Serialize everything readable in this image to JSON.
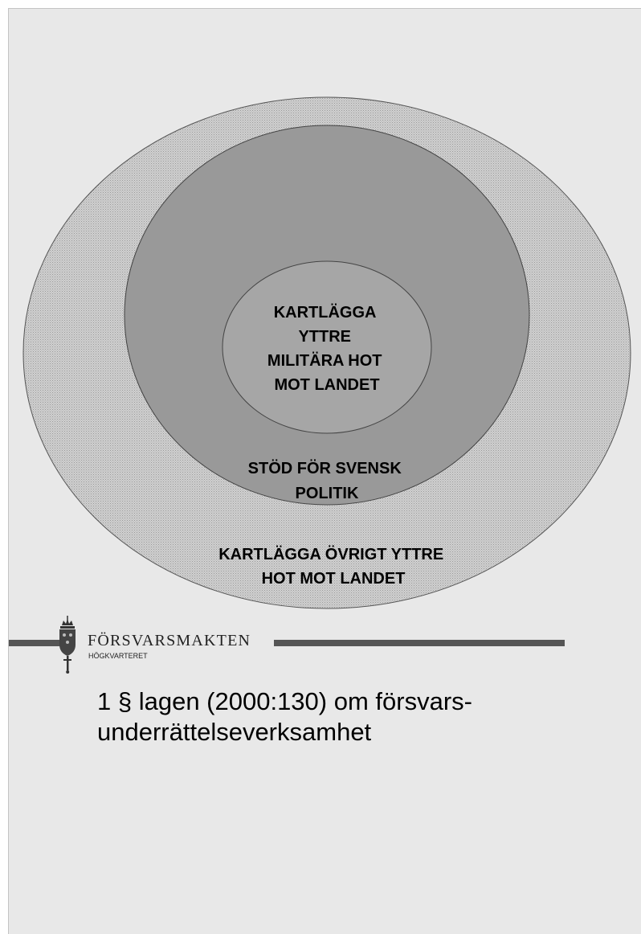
{
  "diagram": {
    "outer_ring_label_lines": [
      "KARTLÄGGA ÖVRIGT YTTRE",
      "HOT MOT LANDET"
    ],
    "middle_ring_label_lines": [
      "STÖD FÖR SVENSK",
      "POLITIK"
    ],
    "inner_circle_label_lines": [
      "KARTLÄGGA",
      "YTTRE",
      "MILITÄRA HOT",
      "MOT LANDET"
    ]
  },
  "caption": {
    "line1": "1 § lagen (2000:130) om försvars-",
    "line2": "underrättelseverksamhet"
  },
  "footer": {
    "org_name": "FÖRSVARSMAKTEN",
    "org_unit": "HÖGKVARTERET"
  },
  "colors": {
    "page_background": "#e8e8e8",
    "outer_ring_fill": "#c8c8c8",
    "middle_ring_fill": "#999999",
    "inner_circle_fill": "#a6a6a6",
    "footer_bar": "#555555"
  },
  "icons": {
    "emblem": "three-crowns-sword-emblem-icon"
  }
}
